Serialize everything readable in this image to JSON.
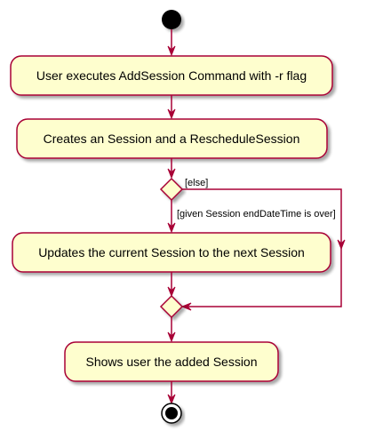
{
  "diagram": {
    "type": "activity",
    "colors": {
      "node_fill": "#FEFECE",
      "node_border": "#A80036",
      "edge": "#A80036",
      "start_end": "#000000",
      "shadow": "#C8C8C8"
    },
    "nodes": {
      "start": {
        "kind": "start"
      },
      "step1": {
        "kind": "action",
        "label": "User executes AddSession Command with -r flag"
      },
      "step2": {
        "kind": "action",
        "label": "Creates an Session and a RescheduleSession"
      },
      "decision": {
        "kind": "decision"
      },
      "step3": {
        "kind": "action",
        "label": "Updates the current Session to the next Session"
      },
      "merge": {
        "kind": "merge"
      },
      "step4": {
        "kind": "action",
        "label": "Shows user the added Session"
      },
      "end": {
        "kind": "end"
      }
    },
    "guards": {
      "else": "[else]",
      "condition": "[given Session endDateTime is over]"
    }
  }
}
